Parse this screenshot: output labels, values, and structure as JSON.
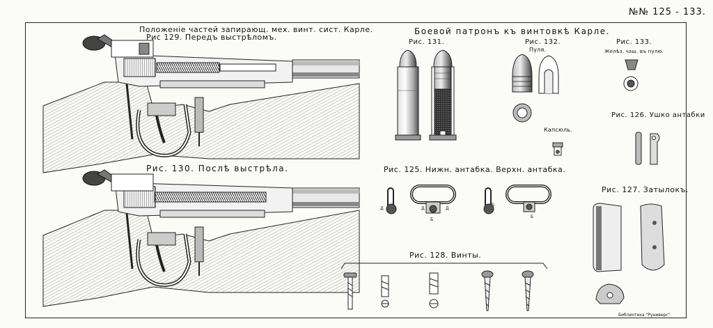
{
  "sheet": {
    "plate_number": "№№ 125 - 133.",
    "library_credit": "Библиотека \"Руниверс\""
  },
  "mechanism": {
    "heading": "Положеніе частей запирающ. мех. винт. сист. Карле.",
    "fig129": "Рис 129. Передъ выстрѣломъ.",
    "fig130": "Рис. 130. Послѣ выстрѣла."
  },
  "cartridge": {
    "heading": "Боевой патронъ къ винтовкѣ Карле.",
    "fig131": "Рис. 131.",
    "fig132": "Рис. 132.",
    "fig132_sub": "Пуля.",
    "fig133": "Рис. 133.",
    "fig133_sub": "Желѣз. чаш. въ пулю.",
    "primer_label": "Капсюль."
  },
  "swivels": {
    "fig125": "Рис. 125. Нижн. антабка. Верхн. антабка.",
    "fig126": "Рис. 126. Ушко антабки",
    "letter_d": "Д",
    "letter_b": "Б"
  },
  "buttplate": {
    "fig127": "Рис. 127. Затылокъ."
  },
  "screws": {
    "fig128": "Рис. 128. Винты."
  }
}
